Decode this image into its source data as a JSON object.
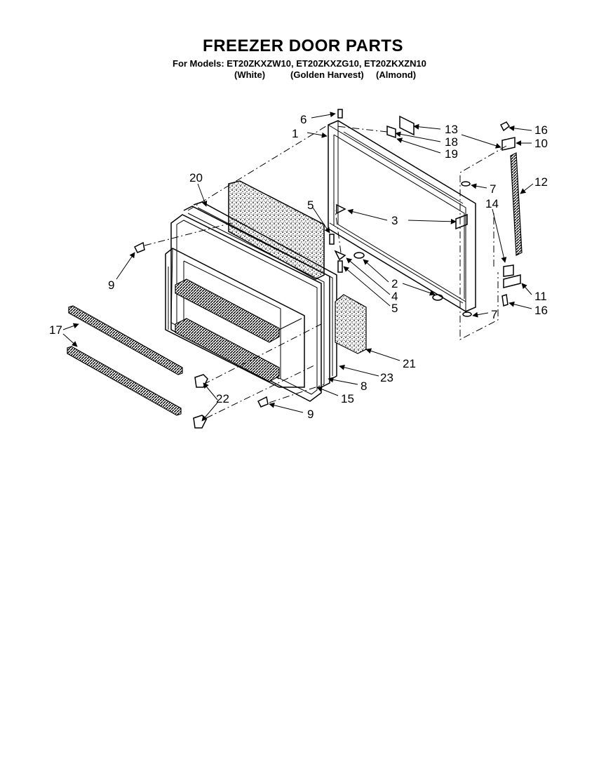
{
  "header": {
    "title": "FREEZER DOOR PARTS",
    "models_line": "For Models: ET20ZKXZW10, ET20ZKXZG10, ET20ZKXZN10",
    "colors": [
      "(White)",
      "(Golden Harvest)",
      "(Almond)"
    ]
  },
  "callouts": {
    "c1": "1",
    "c2": "2",
    "c3": "3",
    "c4": "4",
    "c5a": "5",
    "c5b": "5",
    "c6": "6",
    "c7a": "7",
    "c7b": "7",
    "c8": "8",
    "c9a": "9",
    "c9b": "9",
    "c10": "10",
    "c11": "11",
    "c12": "12",
    "c13": "13",
    "c14": "14",
    "c15": "15",
    "c16a": "16",
    "c16b": "16",
    "c17": "17",
    "c18": "18",
    "c19": "19",
    "c20": "20",
    "c21": "21",
    "c22": "22",
    "c23": "23"
  }
}
